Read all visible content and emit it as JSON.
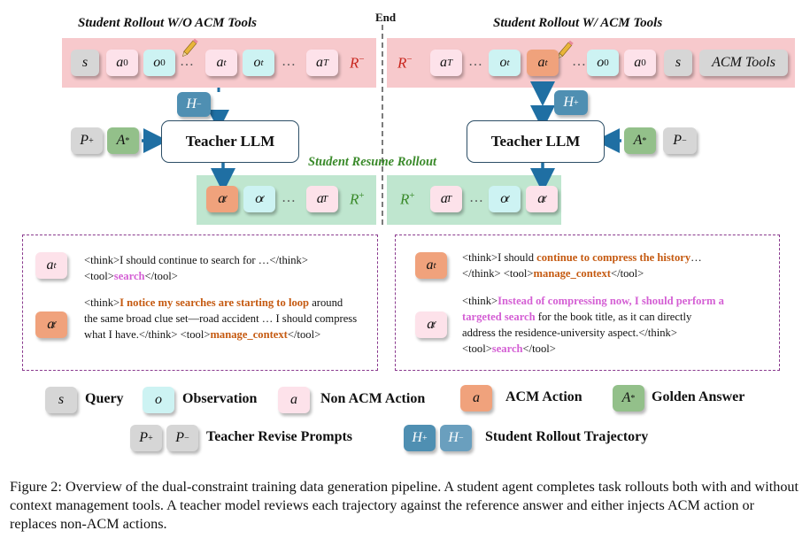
{
  "diagram": {
    "left_title": "Student Rollout W/O ACM Tools",
    "right_title": "Student Rollout W/ ACM Tools",
    "center_label": "End",
    "resume_label": "Student Resume Rollout",
    "teacher_label": "Teacher LLM",
    "ellipsis": "…",
    "tokens": {
      "s": "s",
      "a0": "a",
      "a0_sub": "0",
      "o0": "o",
      "o0_sub": "0",
      "at": "a",
      "at_sub": "t",
      "ot": "o",
      "ot_sub": "t",
      "aT": "a",
      "aT_sub": "T",
      "acm_tools": "ACM Tools",
      "r_minus": "R",
      "r_plus": "R",
      "minus": "−",
      "plus": "+",
      "prime": "′",
      "h": "H",
      "p": "P",
      "a_star": "A",
      "star": "*"
    },
    "colors": {
      "pink_band": "#f7c9cc",
      "green_band": "#bfe6cf",
      "acm_action": "#f0a27c",
      "non_acm_action": "#fde2ea",
      "observation": "#cdf3f3",
      "query": "#d6d6d6",
      "golden": "#93c08a",
      "trajectory": "#4f8fb2",
      "arrow": "#1f6fa3",
      "reward_red": "#c8261e",
      "reward_green": "#3a8a2a",
      "highlight_orange": "#c55a11",
      "highlight_magenta": "#d45fd4"
    }
  },
  "examples": {
    "left": {
      "ex1_pre": "<think>I should continue to search for …</think> <tool>",
      "ex1_tool": "search",
      "ex1_post": "</tool>",
      "ex2_open": "<think>",
      "ex2_highlight": "I notice my searches are starting to loop",
      "ex2_body": " around the same broad clue set—road accident … I should compress what I have.</think> <tool>",
      "ex2_tool": "manage_context",
      "ex2_post": "</tool>"
    },
    "right": {
      "ex1_open": "<think>I should ",
      "ex1_highlight": "continue to compress the history",
      "ex1_mid": "…</think> <tool>",
      "ex1_tool": "manage_context",
      "ex1_post": "</tool>",
      "ex2_open": "<think>",
      "ex2_highlight": "Instead of compressing now, I should perform a targeted search",
      "ex2_body": " for the book title, as it can directly address the residence-university aspect.</think><tool>",
      "ex2_tool": "search",
      "ex2_post": "</tool>"
    }
  },
  "legend": {
    "query": "Query",
    "observation": "Observation",
    "non_acm": "Non ACM Action",
    "acm": "ACM Action",
    "golden": "Golden Answer",
    "revise": "Teacher Revise Prompts",
    "trajectory": "Student Rollout Trajectory"
  },
  "caption": "Figure 2: Overview of the dual-constraint training data generation pipeline. A student agent completes task rollouts both with and without context management tools. A teacher model reviews each trajectory against the reference answer and either injects ACM action or replaces non-ACM actions."
}
